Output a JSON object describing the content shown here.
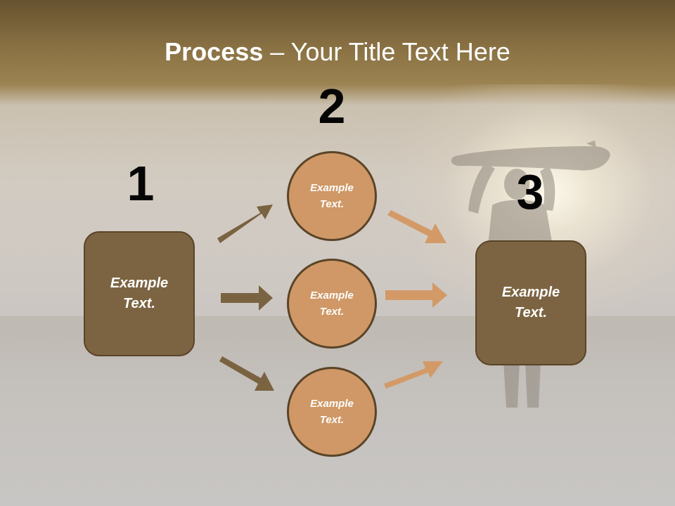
{
  "title": {
    "bold": "Process",
    "rest": " – Your Title Text Here"
  },
  "steps": {
    "one": "1",
    "two": "2",
    "three": "3"
  },
  "left_box": {
    "text": "Example Text."
  },
  "circles": [
    {
      "text": "Example Text."
    },
    {
      "text": "Example Text."
    },
    {
      "text": "Example Text."
    }
  ],
  "right_box": {
    "text": "Example Text."
  },
  "colors": {
    "box_fill": "#7c6442",
    "circle_fill": "#cf9866",
    "dark_arrow": "#7a6340",
    "light_arrow": "#d39a68",
    "title_bar": "#7a6238"
  }
}
